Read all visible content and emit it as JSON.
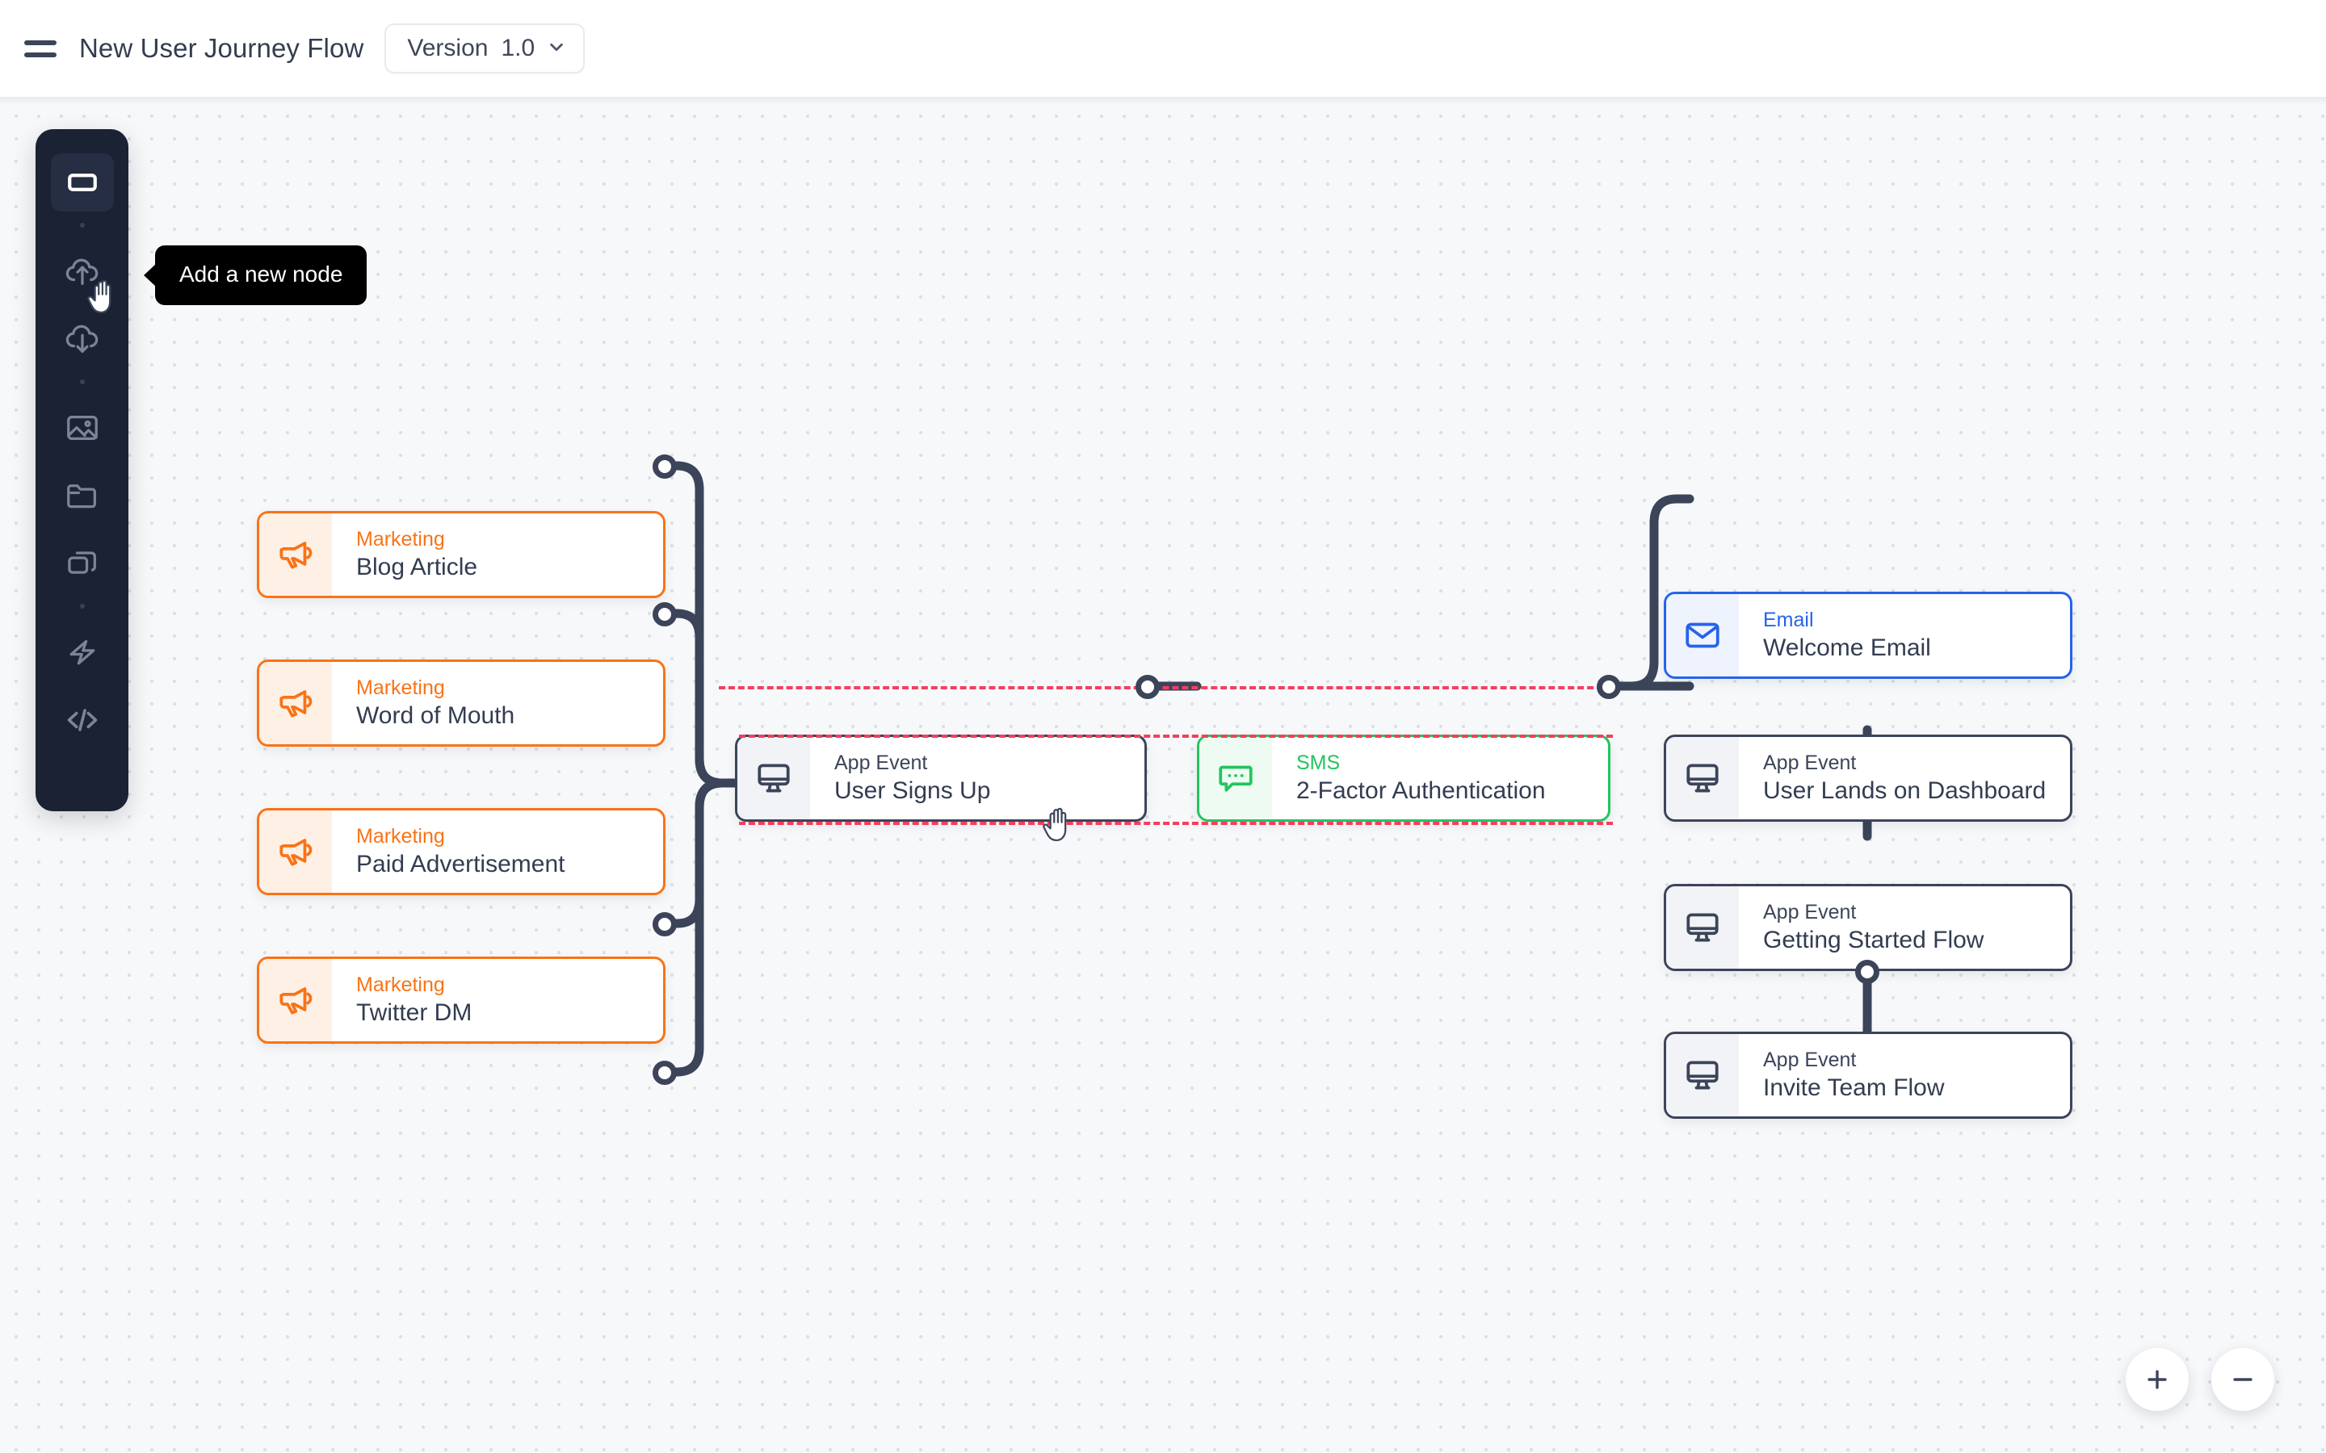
{
  "header": {
    "menu_icon": "hamburger-icon",
    "title": "New User Journey Flow",
    "version_label": "Version",
    "version_value": "1.0",
    "chevron_icon": "chevron-down-icon"
  },
  "toolbar": {
    "items": [
      {
        "icon": "node-rectangle-icon",
        "active": true
      },
      {
        "icon": "cloud-upload-icon",
        "active": false
      },
      {
        "icon": "cloud-download-icon",
        "active": false
      },
      {
        "icon": "image-icon",
        "active": false
      },
      {
        "icon": "folder-icon",
        "active": false
      },
      {
        "icon": "copy-layers-icon",
        "active": false
      },
      {
        "icon": "lightning-bolt-icon",
        "active": false
      },
      {
        "icon": "code-brackets-icon",
        "active": false
      }
    ]
  },
  "tooltip": {
    "text": "Add a new node"
  },
  "canvas": {
    "nodes": [
      {
        "id": "blog-article",
        "kind": "Marketing",
        "title": "Blog Article",
        "type": "marketing",
        "icon": "megaphone-icon"
      },
      {
        "id": "word-of-mouth",
        "kind": "Marketing",
        "title": "Word of Mouth",
        "type": "marketing",
        "icon": "megaphone-icon"
      },
      {
        "id": "paid-advertisement",
        "kind": "Marketing",
        "title": "Paid Advertisement",
        "type": "marketing",
        "icon": "megaphone-icon"
      },
      {
        "id": "twitter-dm",
        "kind": "Marketing",
        "title": "Twitter DM",
        "type": "marketing",
        "icon": "megaphone-icon"
      },
      {
        "id": "user-signs-up",
        "kind": "App Event",
        "title": "User Signs Up",
        "type": "appevent",
        "icon": "monitor-icon"
      },
      {
        "id": "two-factor-auth",
        "kind": "SMS",
        "title": "2-Factor Authentication",
        "type": "sms",
        "icon": "chat-bubble-icon"
      },
      {
        "id": "welcome-email",
        "kind": "Email",
        "title": "Welcome Email",
        "type": "email",
        "icon": "envelope-icon"
      },
      {
        "id": "user-lands-dashboard",
        "kind": "App Event",
        "title": "User Lands on Dashboard",
        "type": "appevent",
        "icon": "monitor-icon"
      },
      {
        "id": "getting-started",
        "kind": "App Event",
        "title": "Getting Started Flow",
        "type": "appevent",
        "icon": "monitor-icon"
      },
      {
        "id": "invite-team",
        "kind": "App Event",
        "title": "Invite Team Flow",
        "type": "appevent",
        "icon": "monitor-icon"
      }
    ]
  },
  "zoom_controls": {
    "zoom_in_icon": "plus-icon",
    "zoom_out_icon": "minus-icon"
  },
  "colors": {
    "marketing": "#f97316",
    "sms": "#22c55e",
    "email": "#2563eb",
    "appevent": "#3b4459",
    "guide": "#f43f5e",
    "toolbar_bg": "#1b2233",
    "canvas_bg": "#f7f8fa"
  }
}
